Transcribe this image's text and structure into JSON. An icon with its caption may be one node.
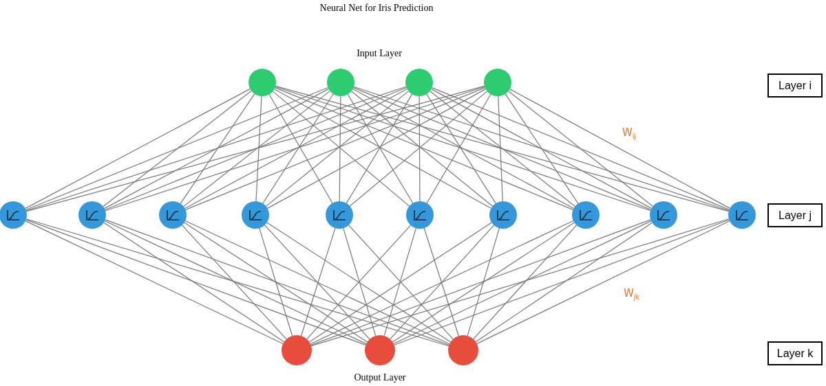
{
  "diagram": {
    "title": "Neural Net for Iris Prediction",
    "nodes": [
      {
        "text": [],
        "shape": "circle"
      },
      {
        "text": [],
        "shape": "circle"
      },
      {
        "text": [],
        "shape": "circle"
      },
      {
        "text": [],
        "shape": "circle"
      },
      {
        "text": [
          "Layer i"
        ]
      },
      {
        "text": [],
        "shape": "circle"
      },
      {
        "text": [],
        "shape": "circle"
      },
      {
        "text": [],
        "shape": "circle"
      },
      {
        "text": [],
        "shape": "circle"
      },
      {
        "text": [],
        "shape": "circle"
      },
      {
        "text": [],
        "shape": "circle"
      },
      {
        "text": [],
        "shape": "circle"
      },
      {
        "text": [],
        "shape": "circle"
      },
      {
        "text": [],
        "shape": "circle"
      },
      {
        "text": [],
        "shape": "circle"
      },
      {
        "text": [
          "Layer j"
        ]
      },
      {
        "text": [],
        "shape": "circle"
      },
      {
        "text": [],
        "shape": "circle"
      },
      {
        "text": [],
        "shape": "circle"
      },
      {
        "text": [
          "Layer k"
        ]
      }
    ],
    "edges": [
      {
        "from": 0,
        "to": 5,
        "arrow": "none"
      },
      {
        "from": 0,
        "to": 6,
        "arrow": "none"
      },
      {
        "from": 0,
        "to": 7,
        "arrow": "none"
      },
      {
        "from": 0,
        "to": 8,
        "arrow": "none"
      },
      {
        "from": 0,
        "to": 9,
        "arrow": "none"
      },
      {
        "from": 0,
        "to": 10,
        "arrow": "none"
      },
      {
        "from": 0,
        "to": 11,
        "arrow": "none"
      },
      {
        "from": 0,
        "to": 12,
        "arrow": "none"
      },
      {
        "from": 0,
        "to": 13,
        "arrow": "none"
      },
      {
        "from": 0,
        "to": 14,
        "arrow": "none"
      },
      {
        "from": 1,
        "to": 5,
        "arrow": "none"
      },
      {
        "from": 1,
        "to": 6,
        "arrow": "none"
      },
      {
        "from": 1,
        "to": 7,
        "arrow": "none"
      },
      {
        "from": 1,
        "to": 8,
        "arrow": "none"
      },
      {
        "from": 1,
        "to": 9,
        "arrow": "none"
      },
      {
        "from": 1,
        "to": 10,
        "arrow": "none"
      },
      {
        "from": 1,
        "to": 11,
        "arrow": "none"
      },
      {
        "from": 1,
        "to": 12,
        "arrow": "none"
      },
      {
        "from": 1,
        "to": 13,
        "arrow": "none"
      },
      {
        "from": 1,
        "to": 14,
        "arrow": "none"
      },
      {
        "from": 2,
        "to": 5,
        "arrow": "none"
      },
      {
        "from": 2,
        "to": 6,
        "arrow": "none"
      },
      {
        "from": 2,
        "to": 7,
        "arrow": "none"
      },
      {
        "from": 2,
        "to": 8,
        "arrow": "none"
      },
      {
        "from": 2,
        "to": 9,
        "arrow": "none"
      },
      {
        "from": 2,
        "to": 10,
        "arrow": "none"
      },
      {
        "from": 2,
        "to": 11,
        "arrow": "none"
      },
      {
        "from": 2,
        "to": 12,
        "arrow": "none"
      },
      {
        "from": 2,
        "to": 13,
        "arrow": "none"
      },
      {
        "from": 2,
        "to": 14,
        "arrow": "none"
      },
      {
        "from": 3,
        "to": 5,
        "arrow": "none"
      },
      {
        "from": 3,
        "to": 6,
        "arrow": "none"
      },
      {
        "from": 3,
        "to": 7,
        "arrow": "none"
      },
      {
        "from": 3,
        "to": 8,
        "arrow": "none"
      },
      {
        "from": 3,
        "to": 9,
        "arrow": "none"
      },
      {
        "from": 3,
        "to": 10,
        "arrow": "none"
      },
      {
        "from": 3,
        "to": 11,
        "arrow": "none"
      },
      {
        "from": 3,
        "to": 12,
        "arrow": "none"
      },
      {
        "from": 3,
        "to": 13,
        "arrow": "none"
      },
      {
        "from": 3,
        "to": 14,
        "arrow": "none"
      },
      {
        "from": 5,
        "to": 16,
        "arrow": "none"
      },
      {
        "from": 5,
        "to": 17,
        "arrow": "none"
      },
      {
        "from": 5,
        "to": 18,
        "arrow": "none"
      },
      {
        "from": 6,
        "to": 16,
        "arrow": "none"
      },
      {
        "from": 6,
        "to": 17,
        "arrow": "none"
      },
      {
        "from": 6,
        "to": 18,
        "arrow": "none"
      },
      {
        "from": 7,
        "to": 16,
        "arrow": "none"
      },
      {
        "from": 7,
        "to": 17,
        "arrow": "none"
      },
      {
        "from": 7,
        "to": 18,
        "arrow": "none"
      },
      {
        "from": 8,
        "to": 16,
        "arrow": "none"
      },
      {
        "from": 8,
        "to": 17,
        "arrow": "none"
      },
      {
        "from": 8,
        "to": 18,
        "arrow": "none"
      },
      {
        "from": 9,
        "to": 16,
        "arrow": "none"
      },
      {
        "from": 9,
        "to": 17,
        "arrow": "none"
      },
      {
        "from": 9,
        "to": 18,
        "arrow": "none"
      },
      {
        "from": 10,
        "to": 16,
        "arrow": "none"
      },
      {
        "from": 10,
        "to": 17,
        "arrow": "none"
      },
      {
        "from": 10,
        "to": 18,
        "arrow": "none"
      },
      {
        "from": 11,
        "to": 16,
        "arrow": "none"
      },
      {
        "from": 11,
        "to": 17,
        "arrow": "none"
      },
      {
        "from": 11,
        "to": 18,
        "arrow": "none"
      },
      {
        "from": 12,
        "to": 16,
        "arrow": "none"
      },
      {
        "from": 12,
        "to": 17,
        "arrow": "none"
      },
      {
        "from": 12,
        "to": 18,
        "arrow": "none"
      },
      {
        "from": 13,
        "to": 16,
        "arrow": "none"
      },
      {
        "from": 13,
        "to": 17,
        "arrow": "none"
      },
      {
        "from": 13,
        "to": 18,
        "arrow": "none"
      },
      {
        "from": 14,
        "to": 16,
        "arrow": "none"
      },
      {
        "from": 14,
        "to": 17,
        "arrow": "none"
      },
      {
        "from": 14,
        "to": 18,
        "arrow": "none"
      }
    ],
    "labels": [
      "Input Layer",
      "W$_{ij}$",
      "W$_{jk}$",
      "Output Layer"
    ]
  }
}
